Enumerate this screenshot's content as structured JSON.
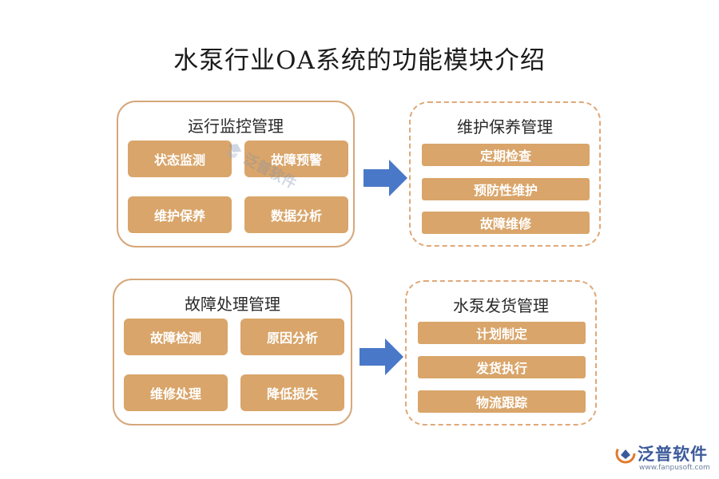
{
  "title": "水泵行业OA系统的功能模块介绍",
  "panels": {
    "monitor": {
      "title": "运行监控管理",
      "tiles": [
        "状态监测",
        "故障预警",
        "维护保养",
        "数据分析"
      ]
    },
    "maintenance": {
      "title": "维护保养管理",
      "items": [
        "定期检查",
        "预防性维护",
        "故障维修"
      ]
    },
    "fault": {
      "title": "故障处理管理",
      "tiles": [
        "故障检测",
        "原因分析",
        "维修处理",
        "降低损失"
      ]
    },
    "shipping": {
      "title": "水泵发货管理",
      "items": [
        "计划制定",
        "发货执行",
        "物流跟踪"
      ]
    }
  },
  "watermark": {
    "text": "泛普软件"
  },
  "brand": {
    "name": "泛普软件",
    "url": "www.fanpusoft.com"
  },
  "colors": {
    "tile": "#d9a56a",
    "border": "#d6a77a",
    "arrow": "#4a78c8",
    "brand": "#3c5a9a"
  },
  "icons": {
    "arrow": "right-arrow-icon",
    "logo": "fanpu-logo-icon"
  }
}
